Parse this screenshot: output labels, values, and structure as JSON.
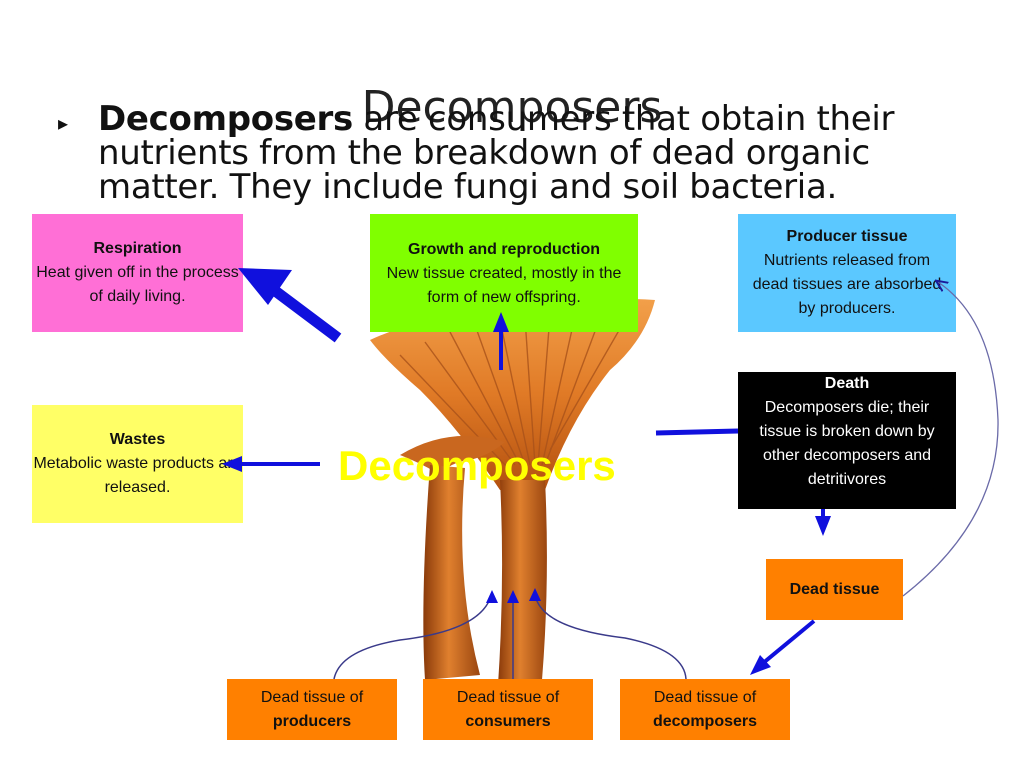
{
  "title": "Decomposers",
  "bullet": {
    "term": "Decomposers",
    "rest": " are consumers that obtain their nutrients from the breakdown of dead organic matter. They include fungi and soil bacteria."
  },
  "center_label": "Decomposers",
  "boxes": {
    "respiration": {
      "title": "Respiration",
      "body": "Heat given off in the process of daily living.",
      "color": "#ff6fd6"
    },
    "growth": {
      "title": "Growth and reproduction",
      "body": "New tissue created, mostly in the form of new offspring.",
      "color": "#80ff00"
    },
    "producer_tissue": {
      "title": "Producer tissue",
      "body": "Nutrients released from dead tissues are absorbed by producers.",
      "color": "#5bc8ff"
    },
    "wastes": {
      "title": "Wastes",
      "body": "Metabolic waste products are released.",
      "color": "#ffff66"
    },
    "death": {
      "title": "Death",
      "body": "Decomposers die; their tissue is broken down by other decomposers and detritivores",
      "color": "#000000"
    },
    "dead_tissue": {
      "title": "Dead tissue",
      "color": "#ff8000"
    },
    "dead_producers": {
      "prefix": "Dead tissue of",
      "term": "producers",
      "color": "#ff8000"
    },
    "dead_consumers": {
      "prefix": "Dead tissue of",
      "term": "consumers",
      "color": "#ff8000"
    },
    "dead_decomposers": {
      "prefix": "Dead tissue of",
      "term": "decomposers",
      "color": "#ff8000"
    }
  },
  "arrow_color": "#1010dd"
}
